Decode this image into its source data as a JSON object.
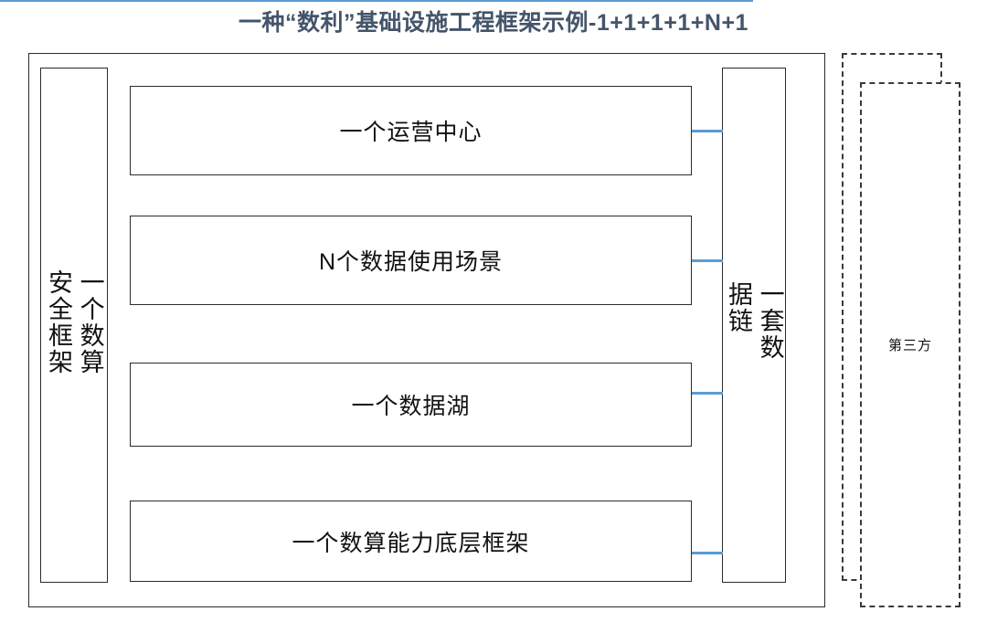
{
  "title": "一种“数利”基础设施工程框架示例-1+1+1+1+N+1",
  "colors": {
    "title": "#44546A",
    "connector": "#5B9BD5",
    "box_border": "#2b2b2b",
    "dashed_border": "#3a3a3a",
    "background": "#ffffff"
  },
  "diagram": {
    "left_pillar": {
      "label": "一个数算安全框架",
      "orientation": "vertical"
    },
    "right_pillar": {
      "label": "一套数据链",
      "orientation": "vertical"
    },
    "layers": [
      {
        "label": "一个运营中心"
      },
      {
        "label": "N个数据使用场景"
      },
      {
        "label": "一个数据湖"
      },
      {
        "label": "一个数算能力底层框架"
      }
    ],
    "external": {
      "label": "第三方",
      "style": "dashed"
    }
  }
}
